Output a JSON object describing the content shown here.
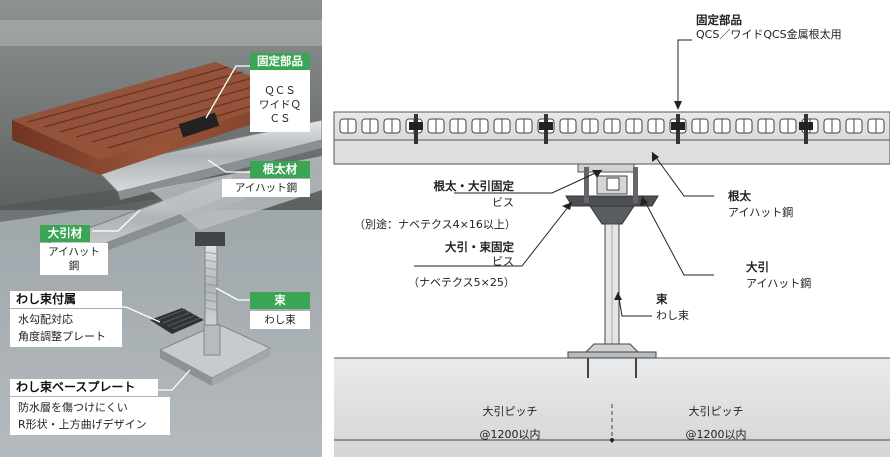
{
  "photo_labels": {
    "fixing_parts": {
      "title": "固定部品",
      "lines": [
        "ＱＣＳ",
        "ワイドＱＣＳ"
      ]
    },
    "joist": {
      "title": "根太材",
      "sub": "アイハット鋼"
    },
    "beam": {
      "title": "大引材",
      "sub": "アイハット鋼"
    },
    "post": {
      "title": "束",
      "sub": "わし束"
    },
    "post_accessory": {
      "title": "わし束付属",
      "lines": [
        "水勾配対応",
        "角度調整プレート"
      ]
    },
    "base_plate": {
      "title": "わし束ベースプレート",
      "lines": [
        "防水層を傷つけにくい",
        "R形状・上方曲げデザイン"
      ]
    }
  },
  "drawing_labels": {
    "fixing_parts": {
      "title": "固定部品",
      "sub": "QCS／ワイドQCS金属根太用"
    },
    "joist_beam_fix": {
      "title": "根太・大引固定",
      "sub": "ビス",
      "note": "（別途：ナベテクス4×16以上）"
    },
    "beam_post_fix": {
      "title": "大引・束固定",
      "sub": "ビス",
      "note": "（ナベテクス5×25）"
    },
    "joist": {
      "title": "根太",
      "sub": "アイハット鋼"
    },
    "beam": {
      "title": "大引",
      "sub": "アイハット鋼"
    },
    "post": {
      "title": "束",
      "sub": "わし束"
    },
    "pitch_left": {
      "title": "大引ピッチ",
      "sub": "@1200以内"
    },
    "pitch_right": {
      "title": "大引ピッチ",
      "sub": "@1200以内"
    }
  },
  "colors": {
    "green": "#3aa655",
    "deck": "#8a4a32",
    "wall": "#6f7472",
    "floor": "#9aa1a6",
    "metal": "#c9ccd0"
  }
}
